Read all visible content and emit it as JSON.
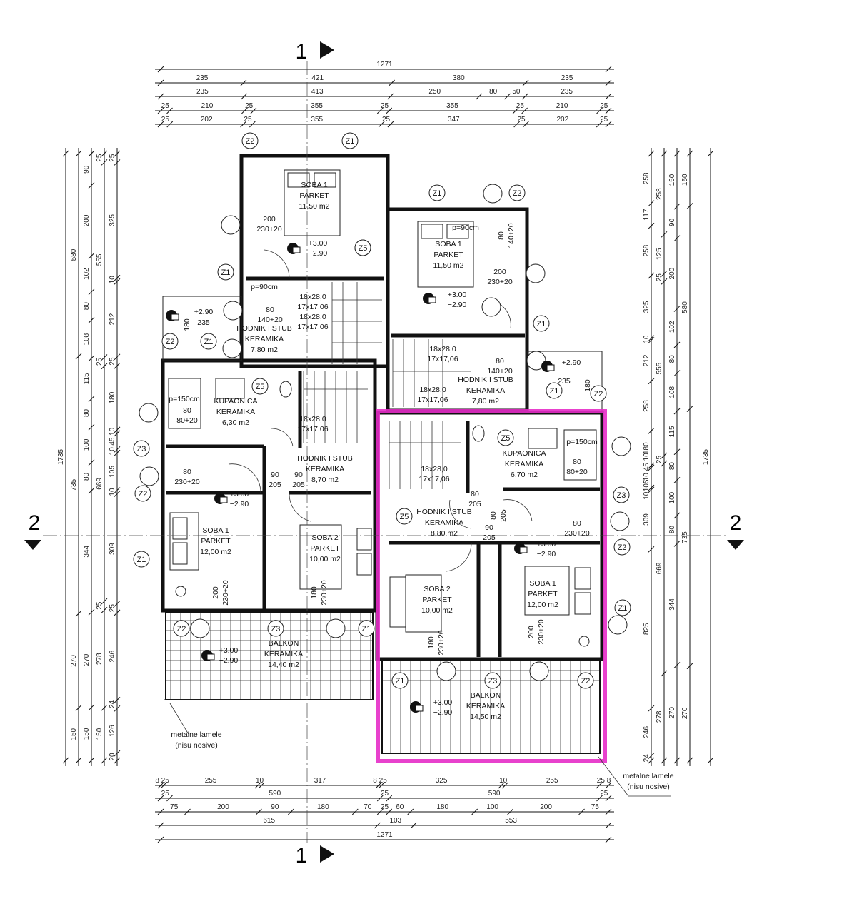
{
  "highlight_color": "#e62cc8",
  "sections": {
    "top": "1",
    "bottom": "1",
    "left": "2",
    "right": "2"
  },
  "dimensions": {
    "top": [
      [
        "1271"
      ],
      [
        "235",
        "421",
        "380",
        "235"
      ],
      [
        "235",
        "413",
        "250",
        "80",
        "50",
        "235"
      ],
      [
        "25",
        "210",
        "25",
        "355",
        "25",
        "355",
        "25",
        "210",
        "25"
      ],
      [
        "25",
        "202",
        "25",
        "355",
        "25",
        "347",
        "25",
        "202",
        "25"
      ]
    ],
    "bottom": [
      [
        "8 25",
        "255",
        "10",
        "317",
        "8 25",
        "325",
        "10",
        "255",
        "25 8"
      ],
      [
        "25",
        "590",
        "25",
        "590",
        "25"
      ],
      [
        "75",
        "200",
        "90",
        "180",
        "70",
        "25",
        "60",
        "180",
        "100",
        "200",
        "75"
      ],
      [
        "615",
        "103",
        "553"
      ],
      [
        "1271"
      ]
    ],
    "left": [
      [
        "1735"
      ],
      [
        "580",
        "735",
        "270",
        "150"
      ],
      [
        "90",
        "200",
        "102",
        "80",
        "108",
        "115",
        "80",
        "100",
        "80",
        "344",
        "270",
        "150"
      ],
      [
        "25",
        "555",
        "25",
        "669",
        "25",
        "278",
        "150"
      ],
      [
        "25",
        "325",
        "10",
        "212",
        "25",
        "180",
        "10",
        "45",
        "10",
        "105",
        "10",
        "309",
        "25",
        "246",
        "24",
        "126",
        "20"
      ]
    ],
    "right": [
      [
        "258",
        "117",
        "258",
        "325",
        "10",
        "212",
        "258",
        "180",
        "10 45 10",
        "105",
        "10",
        "309",
        "825",
        "246",
        "24"
      ],
      [
        "258",
        "125",
        "25",
        "555",
        "25",
        "669",
        "278"
      ],
      [
        "150",
        "90",
        "200",
        "102",
        "80",
        "108",
        "115",
        "80",
        "100",
        "80",
        "344",
        "270"
      ],
      [
        "150",
        "580",
        "735",
        "270"
      ],
      [
        "1735"
      ]
    ]
  },
  "rooms": [
    {
      "lines": [
        "SOBA 1",
        "PARKET",
        "11,50 m2"
      ]
    },
    {
      "lines": [
        "SOBA 1",
        "PARKET",
        "11,50 m2"
      ]
    },
    {
      "lines": [
        "HODNIK I STUB",
        "KERAMIKA",
        "7,80 m2"
      ]
    },
    {
      "lines": [
        "HODNIK I STUB",
        "KERAMIKA",
        "7,80 m2"
      ]
    },
    {
      "lines": [
        "KUPAONICA",
        "KERAMIKA",
        "6,30 m2"
      ]
    },
    {
      "lines": [
        "HODNIK I STUB",
        "KERAMIKA",
        "8,70 m2"
      ]
    },
    {
      "lines": [
        "SOBA 1",
        "PARKET",
        "12,00 m2"
      ]
    },
    {
      "lines": [
        "SOBA 2",
        "PARKET",
        "10,00 m2"
      ]
    },
    {
      "lines": [
        "BALKON",
        "KERAMIKA",
        "14,40 m2"
      ]
    },
    {
      "lines": [
        "KUPAONICA",
        "KERAMIKA",
        "6,70 m2"
      ]
    },
    {
      "lines": [
        "HODNIK I STUB",
        "KERAMIKA",
        "8,80 m2"
      ]
    },
    {
      "lines": [
        "SOBA 2",
        "PARKET",
        "10,00 m2"
      ]
    },
    {
      "lines": [
        "SOBA 1",
        "PARKET",
        "12,00 m2"
      ]
    },
    {
      "lines": [
        "BALKON",
        "KERAMIKA",
        "14,50 m2"
      ]
    },
    {
      "lines": [
        "metalne lamele",
        "(nisu nosive)"
      ]
    },
    {
      "lines": [
        "metalne lamele",
        "(nisu nosive)"
      ]
    }
  ],
  "annotations": [
    [
      "200",
      "230+20"
    ],
    [
      "+3.00",
      "−2.90"
    ],
    [
      "18x28,0",
      "17x17,06"
    ],
    [
      "18x28,0",
      "17x17,06"
    ],
    [
      "80",
      "140+20"
    ],
    [
      "+2.90"
    ],
    [
      "235"
    ],
    [
      "p=90cm"
    ],
    [
      "p=90cm"
    ],
    [
      "200",
      "230+20"
    ],
    [
      "+3.00",
      "−2.90"
    ],
    [
      "18x28,0",
      "17x17,06"
    ],
    [
      "18x28,0",
      "17x17,06"
    ],
    [
      "80",
      "140+20"
    ],
    [
      "+2.90"
    ],
    [
      "235"
    ],
    [
      "80",
      "80+20"
    ],
    [
      "p=150cm"
    ],
    [
      "80",
      "230+20"
    ],
    [
      "+3.00",
      "−2.90"
    ],
    [
      "18x28,0",
      "17x17,06"
    ],
    [
      "90",
      "205"
    ],
    [
      "90",
      "205"
    ],
    [
      "+3.00",
      "−2.90"
    ],
    [
      "80",
      "80+20"
    ],
    [
      "p=150cm"
    ],
    [
      "18x28,0",
      "17x17,06"
    ],
    [
      "80",
      "205"
    ],
    [
      "90",
      "205"
    ],
    [
      "80",
      "230+20"
    ],
    [
      "+3.00",
      "−2.90"
    ],
    [
      "+3.00",
      "−2.90"
    ]
  ],
  "vertical_annotations": [
    [
      "180"
    ],
    [
      "180"
    ],
    [
      "200",
      "230+20"
    ],
    [
      "180",
      "230+20"
    ],
    [
      "180",
      "230+20"
    ],
    [
      "200",
      "230+20"
    ],
    [
      "80",
      "140+20"
    ],
    [
      "80",
      "205"
    ]
  ],
  "axes": [
    "Z2",
    "Z1",
    "Z5",
    "Z1",
    "Z1",
    "Z2",
    "Z1",
    "Z2",
    "Z1",
    "Z5",
    "Z3",
    "Z2",
    "Z1",
    "Z2",
    "Z3",
    "Z1",
    "Z1",
    "Z2",
    "Z5",
    "Z5",
    "Z3",
    "Z2",
    "Z1",
    "Z1",
    "Z3",
    "Z2",
    "Z5"
  ]
}
